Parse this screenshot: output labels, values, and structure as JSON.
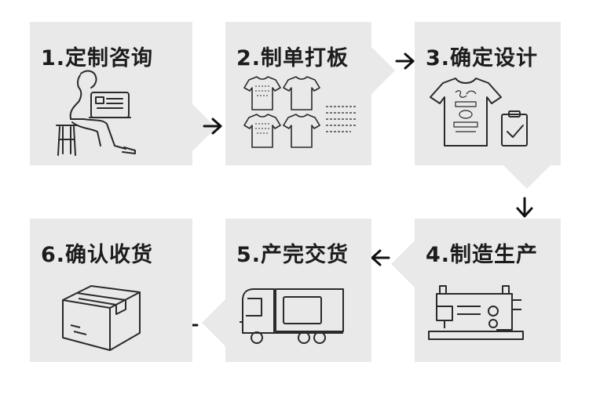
{
  "steps": [
    {
      "title": "1.定制咨询"
    },
    {
      "title": "2.制单打板"
    },
    {
      "title": "3.确定设计"
    },
    {
      "title": "4.制造生产"
    },
    {
      "title": "5.产完交货"
    },
    {
      "title": "6.确认收货"
    }
  ],
  "icons": [
    "person-laptop-icon",
    "tshirt-grid-icon",
    "tshirt-design-icon",
    "clipboard-check-icon",
    "sewing-machine-icon",
    "truck-icon",
    "box-icon",
    "arrow-right-icon",
    "arrow-down-icon",
    "arrow-left-icon"
  ]
}
